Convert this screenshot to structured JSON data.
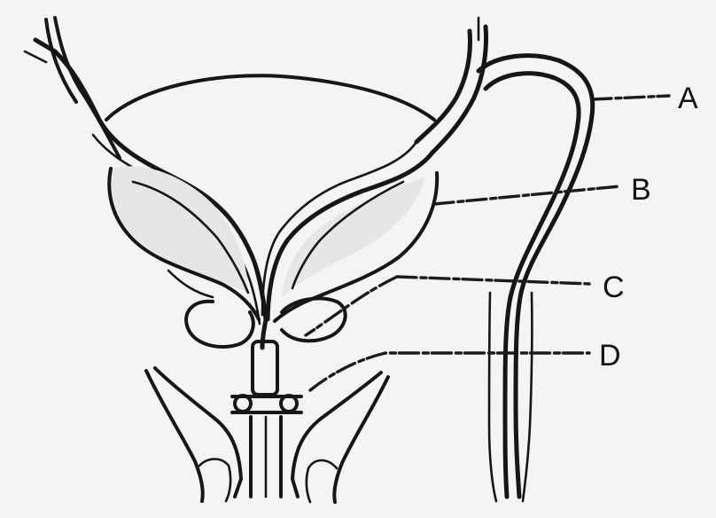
{
  "labels": {
    "a": "A",
    "b": "B",
    "c": "C",
    "d": "D"
  },
  "colors": {
    "background": "#f4f4f4",
    "ink": "#161616"
  }
}
